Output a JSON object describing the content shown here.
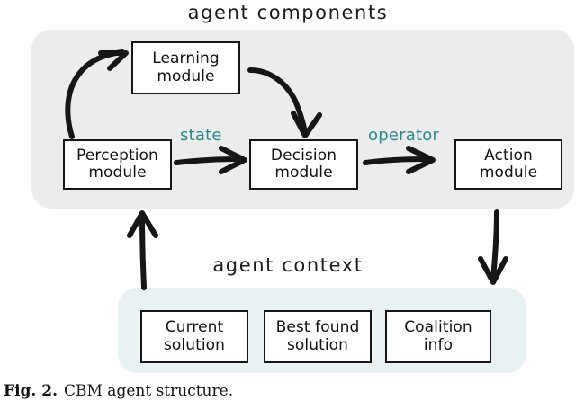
{
  "figure": {
    "caption_label": "Fig. 2.",
    "caption_text": "CBM agent structure."
  },
  "sections": {
    "components": {
      "title": "agent components",
      "panel_color": "#ececec",
      "boxes": [
        {
          "name": "learning",
          "line1": "Learning",
          "line2": "module"
        },
        {
          "name": "perception",
          "line1": "Perception",
          "line2": "module"
        },
        {
          "name": "decision",
          "line1": "Decision",
          "line2": "module"
        },
        {
          "name": "action",
          "line1": "Action",
          "line2": "module"
        }
      ],
      "edge_labels": [
        {
          "name": "state",
          "text": "state",
          "color": "#27898c"
        },
        {
          "name": "operator",
          "text": "operator",
          "color": "#27898c"
        }
      ]
    },
    "context": {
      "title": "agent context",
      "panel_color": "#e8f2f3",
      "boxes": [
        {
          "name": "current-solution",
          "line1": "Current",
          "line2": "solution"
        },
        {
          "name": "best-found-solution",
          "line1": "Best found",
          "line2": "solution"
        },
        {
          "name": "coalition-info",
          "line1": "Coalition",
          "line2": "info"
        }
      ]
    }
  },
  "arrows": [
    {
      "name": "perception-to-learning",
      "from": "Perception module",
      "to": "Learning module",
      "style": "curved"
    },
    {
      "name": "learning-to-decision",
      "from": "Learning module",
      "to": "Decision module",
      "style": "curved"
    },
    {
      "name": "perception-to-decision",
      "from": "Perception module",
      "to": "Decision module",
      "style": "straight",
      "label": "state"
    },
    {
      "name": "decision-to-action",
      "from": "Decision module",
      "to": "Action module",
      "style": "straight",
      "label": "operator"
    },
    {
      "name": "context-to-perception",
      "from": "agent context",
      "to": "Perception module",
      "style": "vertical-up"
    },
    {
      "name": "action-to-context",
      "from": "Action module",
      "to": "agent context",
      "style": "vertical-down"
    }
  ],
  "colors": {
    "ink": "#161616",
    "accent_teal": "#27898c",
    "panel_grey": "#ececec",
    "panel_blue": "#e8f2f3",
    "page_background": "#ffffff"
  }
}
